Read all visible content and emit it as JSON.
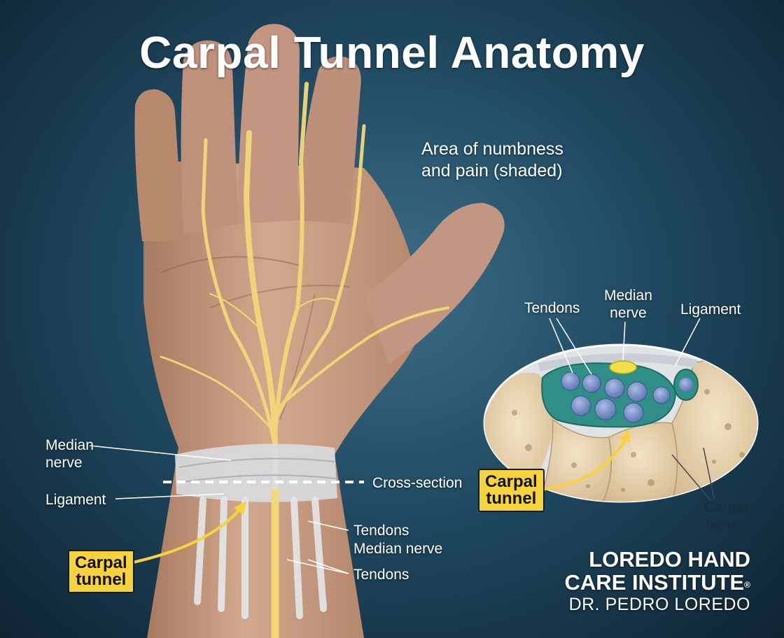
{
  "title": "Carpal Tunnel Anatomy",
  "numbness_note": [
    "Area of numbness",
    "and pain (shaded)"
  ],
  "hand_labels": {
    "median_nerve": [
      "Median",
      "nerve"
    ],
    "ligament": "Ligament",
    "cross_section": "Cross-section",
    "tendons": "Tendons",
    "median_nerve_lower": "Median nerve",
    "tendons_lower": "Tendons",
    "carpal_tunnel": [
      "Carpal",
      "tunnel"
    ]
  },
  "cross_section_labels": {
    "tendons": "Tendons",
    "median_nerve": [
      "Median",
      "nerve"
    ],
    "ligament": "Ligament",
    "carpal_tunnel": [
      "Carpal",
      "tunnel"
    ],
    "carpal_bones": [
      "Carpal",
      "bones"
    ]
  },
  "brand": {
    "line1": "LOREDO HAND",
    "line2": "CARE INSTITUTE",
    "registered": "®",
    "line3": "DR. PEDRO LOREDO"
  },
  "colors": {
    "background": "#1f4a62",
    "skin": "#c79a7e",
    "nerve": "#f2d878",
    "callout": "#f6d33a",
    "bone": "#e7d2ad",
    "tendon": "#7f95c9",
    "sheath": "#2f8f86"
  }
}
